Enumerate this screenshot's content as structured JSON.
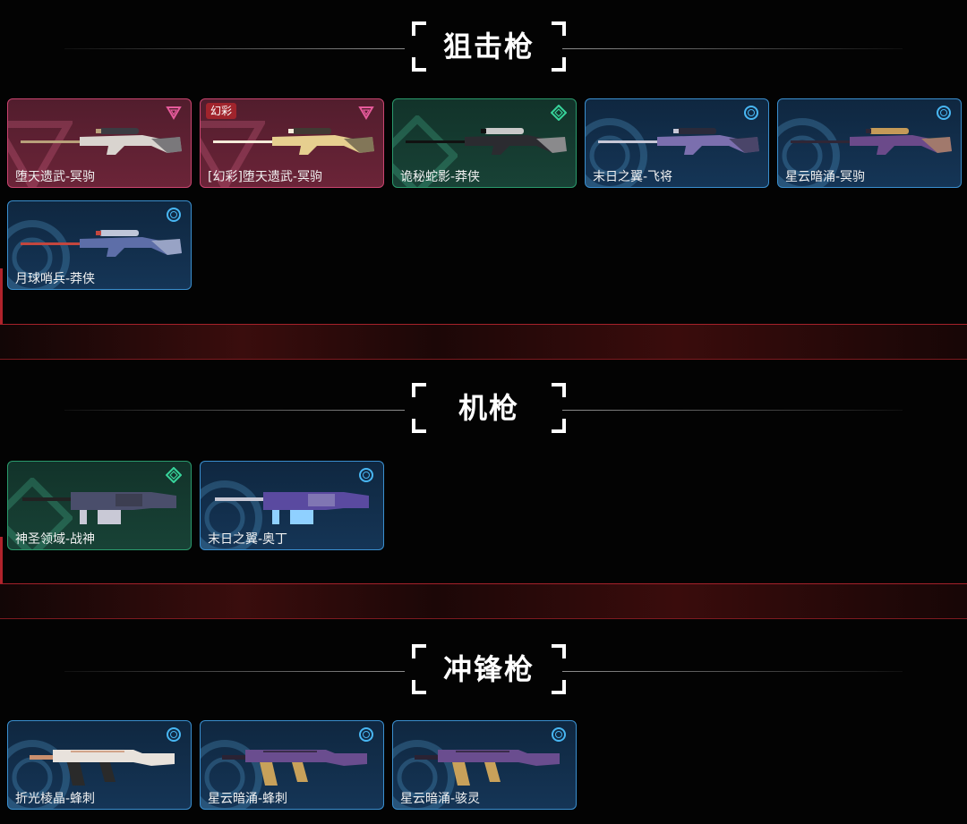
{
  "sections": [
    {
      "title": "狙击枪",
      "cards": [
        {
          "name": "堕天遗武-冥驹",
          "rarity": "pink",
          "rarity_icon": "triangle-icon",
          "gun": "sniper-ornate"
        },
        {
          "name": "[幻彩]堕天遗武-冥驹",
          "rarity": "pink",
          "rarity_icon": "triangle-icon",
          "tag": "幻彩",
          "gun": "sniper-gold"
        },
        {
          "name": "诡秘蛇影-莽侠",
          "rarity": "green",
          "rarity_icon": "diamond-icon",
          "gun": "sniper-dark"
        },
        {
          "name": "末日之翼-飞将",
          "rarity": "blue",
          "rarity_icon": "circle-icon",
          "gun": "sniper-purple"
        },
        {
          "name": "星云暗涌-冥驹",
          "rarity": "blue",
          "rarity_icon": "circle-icon",
          "gun": "sniper-nebula"
        },
        {
          "name": "月球哨兵-莽侠",
          "rarity": "blue",
          "rarity_icon": "circle-icon",
          "gun": "sniper-lunar"
        }
      ]
    },
    {
      "title": "机枪",
      "cards": [
        {
          "name": "神圣领域-战神",
          "rarity": "green",
          "rarity_icon": "diamond-icon",
          "gun": "mg-holy"
        },
        {
          "name": "末日之翼-奥丁",
          "rarity": "blue",
          "rarity_icon": "circle-icon",
          "gun": "mg-odin"
        }
      ]
    },
    {
      "title": "冲锋枪",
      "cards": [
        {
          "name": "折光棱晶-蜂刺",
          "rarity": "blue",
          "rarity_icon": "circle-icon",
          "gun": "smg-prism"
        },
        {
          "name": "星云暗涌-蜂刺",
          "rarity": "blue",
          "rarity_icon": "circle-icon",
          "gun": "smg-nebula"
        },
        {
          "name": "星云暗涌-骇灵",
          "rarity": "blue",
          "rarity_icon": "circle-icon",
          "gun": "smg-spectre"
        }
      ]
    }
  ],
  "colors": {
    "pink": "#c9446f",
    "green": "#2a9a6c",
    "blue": "#3a8fcf",
    "band_red": "#a5212a",
    "tag_red": "#a0242c"
  }
}
